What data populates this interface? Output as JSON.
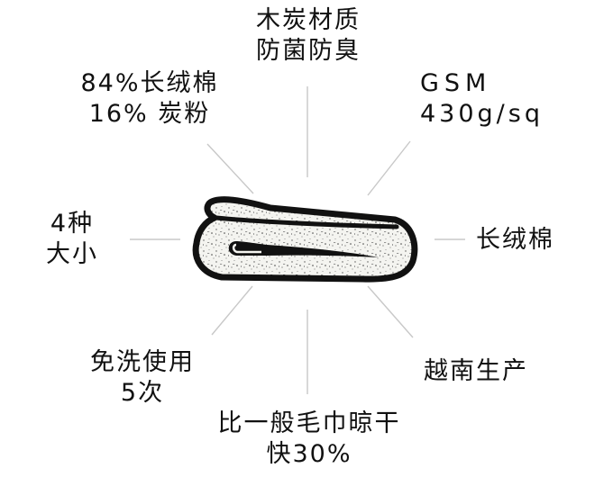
{
  "colors": {
    "background": "#ffffff",
    "ink": "#111111",
    "ray": "#c8c8c8",
    "towel_fill": "#f4f4f0"
  },
  "icon": "rolled-towel-icon",
  "labels": {
    "top": [
      "木炭材质",
      "防菌防臭"
    ],
    "top_left": [
      "84%长绒棉",
      "16% 炭粉"
    ],
    "top_right": [
      "GSM",
      "430g/sq"
    ],
    "left": [
      "4种",
      "大小"
    ],
    "right": [
      "长绒棉"
    ],
    "bottom_left": [
      "免洗使用",
      "5次"
    ],
    "bottom": [
      "比一般毛巾晾干",
      "快30%"
    ],
    "bottom_right": [
      "越南生产"
    ]
  }
}
